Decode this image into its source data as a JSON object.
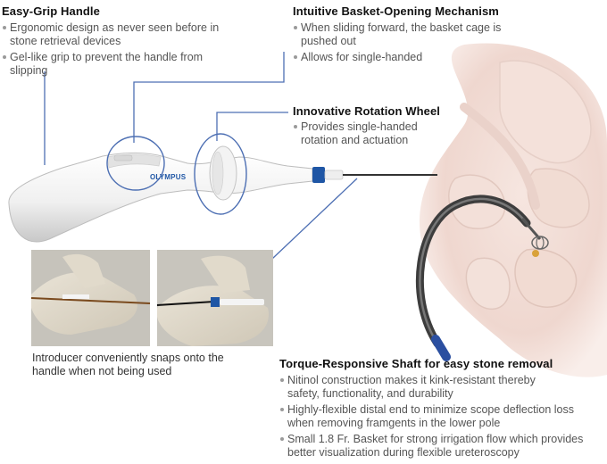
{
  "brand": {
    "logo_text": "OLYMPUS"
  },
  "features": {
    "grip": {
      "title": "Easy-Grip Handle",
      "bullets": [
        "Ergonomic design as never seen before in stone retrieval devices",
        "Gel-like grip to prevent the handle from slipping"
      ]
    },
    "basket": {
      "title": "Intuitive Basket-Opening Mechanism",
      "bullets": [
        "When sliding forward, the basket cage is pushed out",
        "Allows for single-handed"
      ]
    },
    "rotation": {
      "title": "Innovative Rotation Wheel",
      "bullets": [
        "Provides single-handed rotation and actuation"
      ]
    },
    "shaft": {
      "title": "Torque-Responsive Shaft for easy stone removal",
      "bullets": [
        "Nitinol construction makes it kink-resistant thereby safety, functionality, and durability",
        "Highly-flexible distal end to minimize scope deflection loss when removing framgents in the lower pole",
        "Small 1.8 Fr. Basket for strong irrigation flow which provides better visualization during flexible ureteroscopy"
      ]
    }
  },
  "introducer": {
    "caption": "Introducer conveniently snaps onto the handle when not being used"
  },
  "colors": {
    "callout_line": "#4d6fb3",
    "handle_white": "#f2f2f2",
    "handle_shadow": "#c9c9c9",
    "accent_blue": "#1f56a5",
    "kidney_pink": "#f2dcd5"
  }
}
